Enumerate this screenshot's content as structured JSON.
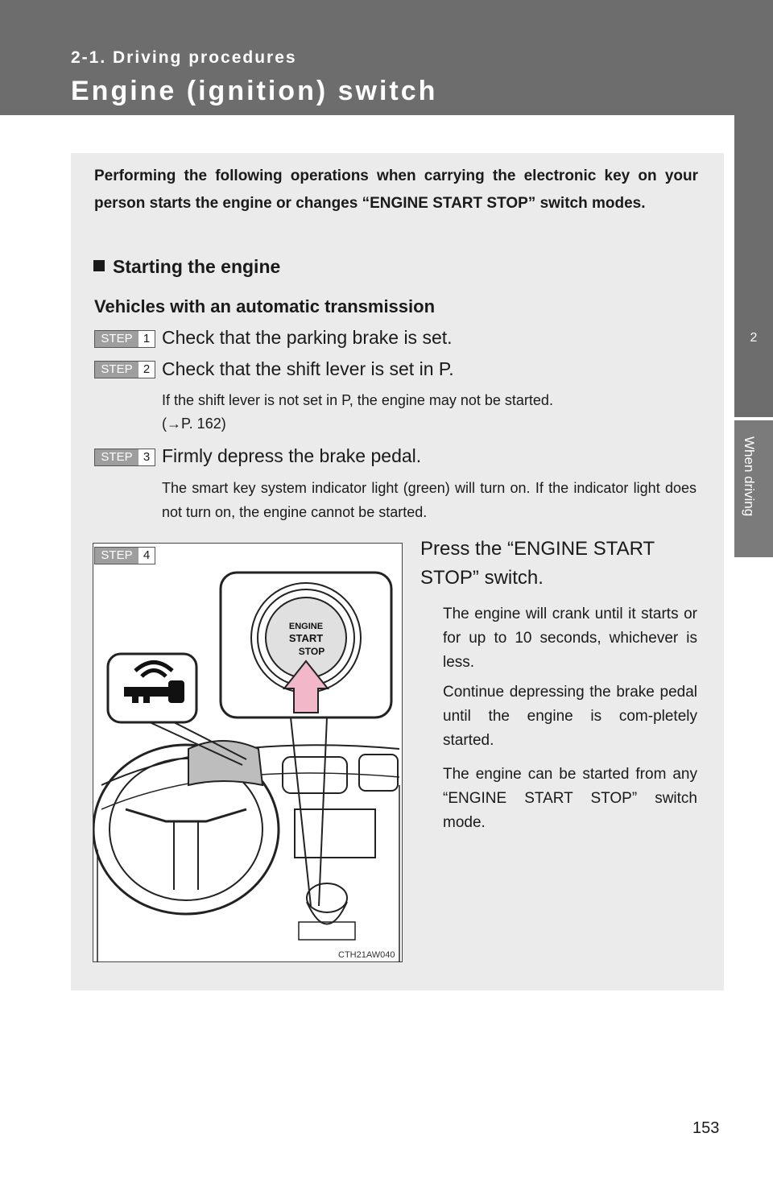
{
  "header": {
    "section": "2-1. Driving procedures",
    "title": "Engine (ignition) switch"
  },
  "side_tab": {
    "chapter_number": "2",
    "chapter_label": "When driving"
  },
  "intro": "Performing the following operations when carrying the electronic key on your person starts the engine or changes “ENGINE START STOP” switch modes.",
  "subheading": "Starting the engine",
  "subheading2": "Vehicles with an automatic transmission",
  "steps": [
    {
      "badge": "STEP",
      "num": "1",
      "text": "Check that the parking brake is set."
    },
    {
      "badge": "STEP",
      "num": "2",
      "text": "Check that the shift lever is set in P.",
      "note_line1": "If the shift lever is not set in P, the engine may not be started.",
      "note_line2": "(→P. 162)"
    },
    {
      "badge": "STEP",
      "num": "3",
      "text": "Firmly depress the brake pedal.",
      "note": "The smart key system indicator light (green) will turn on. If the indicator light does not turn on, the engine cannot be started."
    },
    {
      "badge": "STEP",
      "num": "4",
      "text": "Press the “ENGINE START STOP” switch."
    }
  ],
  "step4_notes": [
    "The engine will crank until it starts or for up to 10 seconds, whichever is less.",
    "Continue depressing the brake pedal until the engine is com-pletely started.",
    "The engine can be started from any “ENGINE START STOP” switch mode."
  ],
  "figure": {
    "button_text": [
      "ENGINE",
      "START",
      "STOP"
    ],
    "code": "CTH21AW040"
  },
  "page_number": "153"
}
